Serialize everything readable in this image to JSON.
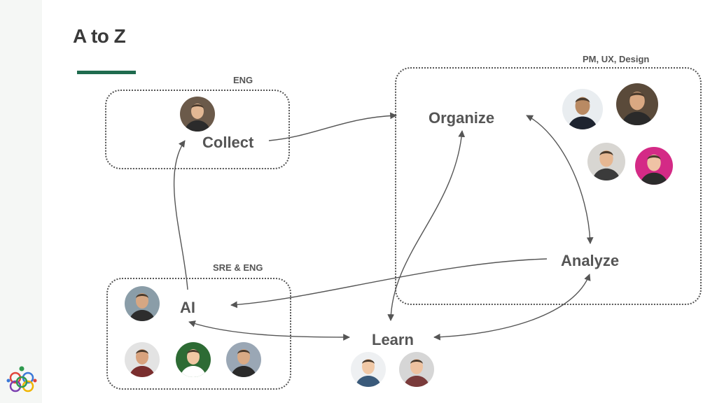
{
  "title": "A to Z",
  "colors": {
    "accent": "#1f6b4e",
    "text": "#555555",
    "group_border": "#555555"
  },
  "groups": {
    "eng": {
      "label": "ENG"
    },
    "pm": {
      "label": "PM, UX, Design"
    },
    "sre": {
      "label": "SRE & ENG"
    }
  },
  "nodes": {
    "collect": "Collect",
    "organize": "Organize",
    "analyze": "Analyze",
    "ai": "AI",
    "learn": "Learn"
  },
  "edges": [
    {
      "from": "Collect",
      "to": "Organize"
    },
    {
      "from": "AI",
      "to": "Collect"
    },
    {
      "from": "Organize",
      "to": "Analyze",
      "bidirectional": true
    },
    {
      "from": "Analyze",
      "to": "AI"
    },
    {
      "from": "Organize",
      "to": "Learn",
      "bidirectional": true
    },
    {
      "from": "AI",
      "to": "Learn",
      "bidirectional": true
    },
    {
      "from": "Analyze",
      "to": "Learn",
      "bidirectional": true
    }
  ],
  "avatars": [
    {
      "group": "eng",
      "icon": "person-photo",
      "bg": "#6b5a4a",
      "skin": "#e2b894",
      "shirt": "#2b2b2b"
    },
    {
      "group": "pm",
      "icon": "person-photo",
      "bg": "#e9edf0",
      "skin": "#b98a63",
      "shirt": "#1e2430"
    },
    {
      "group": "pm",
      "icon": "person-photo",
      "bg": "#5a4a3a",
      "skin": "#d9a882",
      "shirt": "#2a2a2a"
    },
    {
      "group": "pm",
      "icon": "person-photo",
      "bg": "#d8d6d2",
      "skin": "#e6b792",
      "shirt": "#3b3b3b"
    },
    {
      "group": "pm",
      "icon": "person-photo",
      "bg": "#d42a86",
      "skin": "#efc3a5",
      "shirt": "#2c2c2c"
    },
    {
      "group": "sre",
      "icon": "person-photo",
      "bg": "#8a9da8",
      "skin": "#d6a783",
      "shirt": "#2d2d2d"
    },
    {
      "group": "sre",
      "icon": "person-photo",
      "bg": "#e3e3e3",
      "skin": "#d8a27d",
      "shirt": "#7a2e2e"
    },
    {
      "group": "sre",
      "icon": "person-photo",
      "bg": "#2d6b34",
      "skin": "#f0c7a3",
      "shirt": "#ffffff"
    },
    {
      "group": "sre",
      "icon": "person-photo",
      "bg": "#9aa7b5",
      "skin": "#d9aa85",
      "shirt": "#2a2a2a"
    },
    {
      "group": "learn",
      "icon": "person-photo",
      "bg": "#eef0f2",
      "skin": "#f0c8a6",
      "shirt": "#3a5a7a"
    },
    {
      "group": "learn",
      "icon": "person-photo",
      "bg": "#d6d6d6",
      "skin": "#eec2a0",
      "shirt": "#7a3b3b"
    }
  ]
}
